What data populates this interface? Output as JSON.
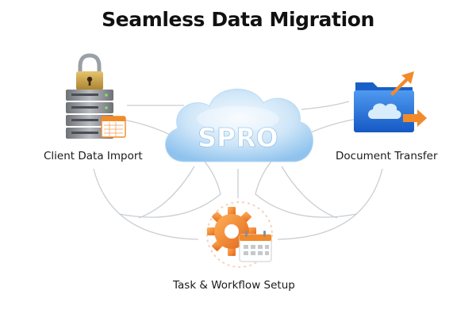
{
  "title": "Seamless Data Migration",
  "hub": {
    "label": "SPRO",
    "icon": "cloud-icon"
  },
  "nodes": [
    {
      "id": "client-data-import",
      "label": "Client Data Import",
      "icon": "locked-server-icon"
    },
    {
      "id": "document-transfer",
      "label": "Document Transfer",
      "icon": "cloud-folder-icon"
    },
    {
      "id": "task-workflow-setup",
      "label": "Task & Workflow Setup",
      "icon": "gear-calendar-icon"
    }
  ],
  "colors": {
    "connector": "#c9ced3",
    "cloud_light": "#e3f1fc",
    "cloud_mid": "#9fcdf1",
    "accent_orange": "#f28a2a",
    "folder_blue": "#1e6fd9",
    "server_gray": "#8c8f93",
    "lock_gold": "#c9a24a"
  }
}
